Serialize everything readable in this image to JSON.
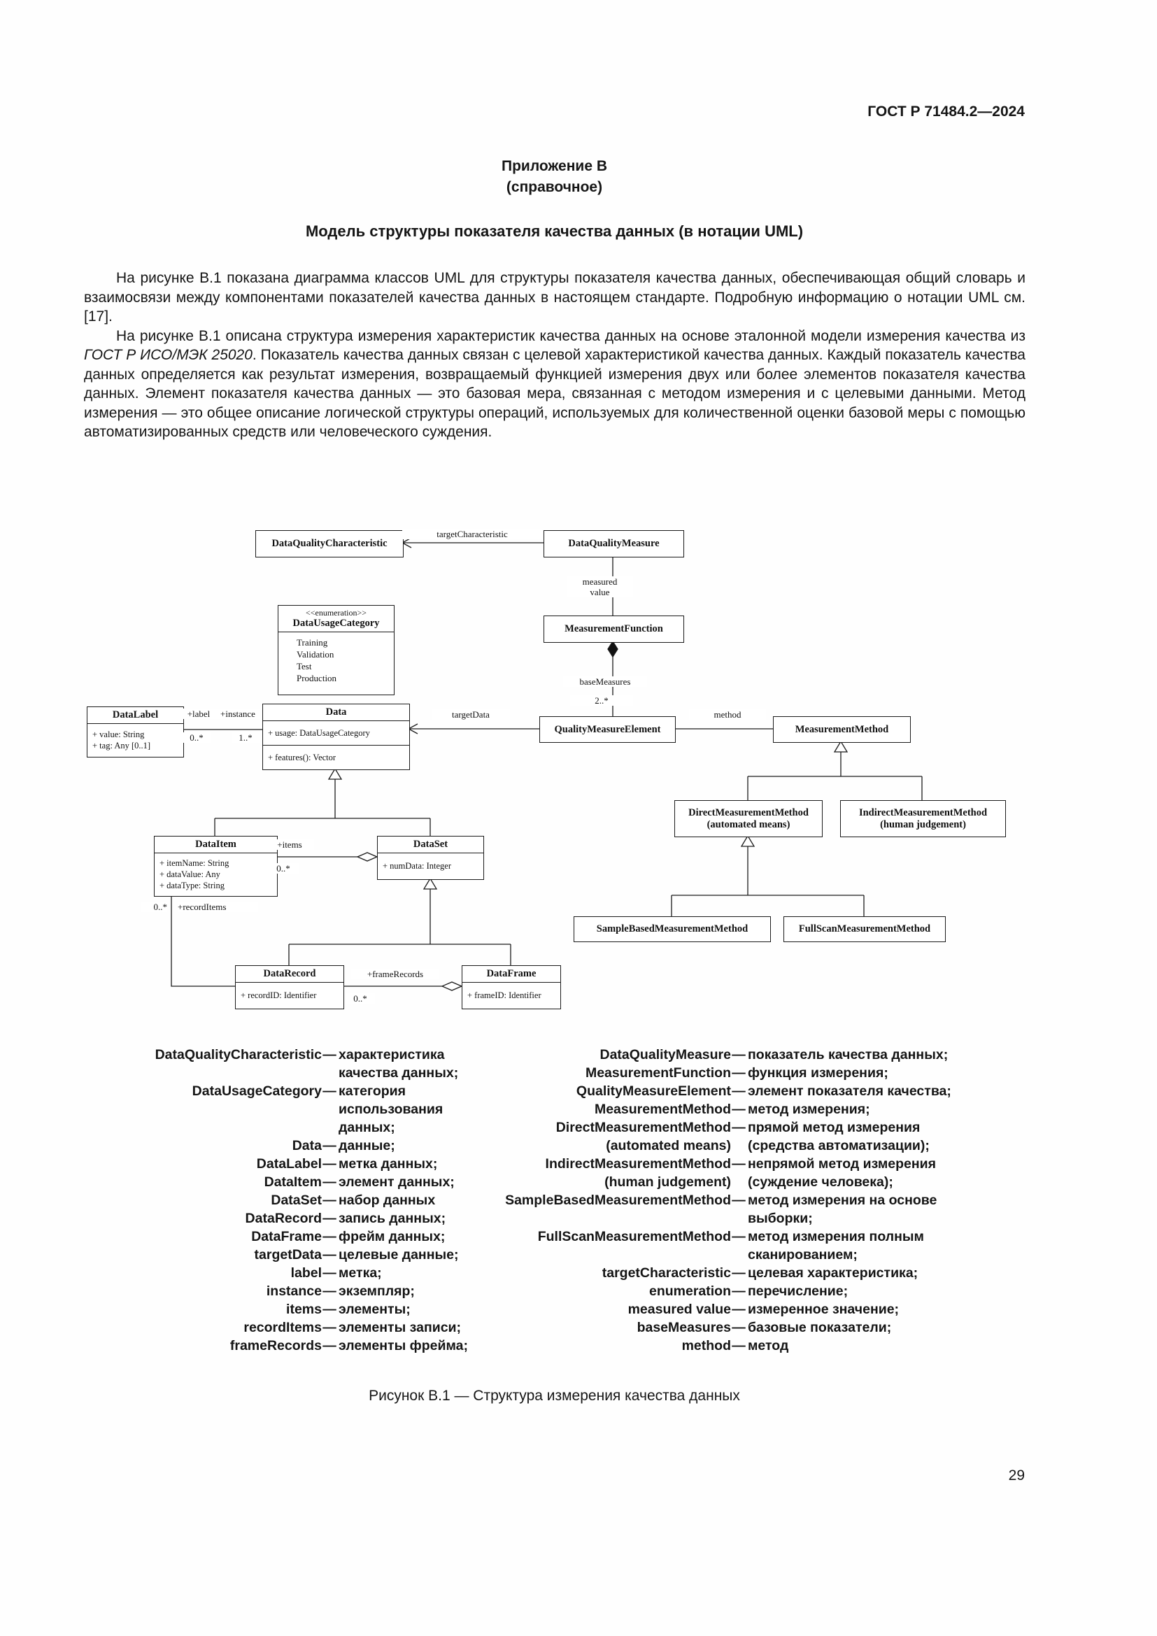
{
  "page": {
    "header": "ГОСТ Р 71484.2—2024",
    "number": "29"
  },
  "annex": {
    "label": "Приложение В",
    "kind": "(справочное)",
    "heading": "Модель структуры показателя качества данных (в нотации UML)"
  },
  "body": {
    "p1": "На рисунке В.1 показана диаграмма классов UML для структуры показателя качества данных, обеспечивающая общий словарь и взаимосвязи между компонентами показателей качества данных в настоящем стандарте. Подробную информацию о нотации UML см. [17].",
    "p2_start": "На рисунке В.1 описана структура измерения характеристик качества данных на основе эталонной модели измерения качества из ",
    "p2_ref": "ГОСТ Р ИСО/МЭК 25020",
    "p2_end": ". Показатель качества данных связан с целевой характеристикой качества данных. Каждый показатель качества данных определяется как результат измерения, возвращаемый функцией измерения двух или более элементов показателя качества данных. Элемент показателя качества данных — это базовая мера, связанная с методом измерения и с целевыми данными. Метод измерения — это общее описание логической структуры операций, используемых для количественной оценки базовой меры с помощью автоматизированных средств или человеческого суждения."
  },
  "diagram": {
    "classes": {
      "dqc": {
        "name": "DataQualityCharacteristic"
      },
      "dqm": {
        "name": "DataQualityMeasure"
      },
      "mf": {
        "name": "MeasurementFunction"
      },
      "duc": {
        "stereotype": "<<enumeration>>",
        "name": "DataUsageCategory",
        "values": [
          "Training",
          "Validation",
          "Test",
          "Production"
        ]
      },
      "dl": {
        "name": "DataLabel",
        "attrs": [
          "+ value: String",
          "+ tag: Any [0..1]"
        ]
      },
      "data": {
        "name": "Data",
        "attr": "+ usage: DataUsageCategory",
        "op": "+ features(): Vector"
      },
      "qme": {
        "name": "QualityMeasureElement"
      },
      "mm": {
        "name": "MeasurementMethod"
      },
      "dmm": {
        "name": "DirectMeasurementMethod",
        "sub": "(automated means)"
      },
      "imm": {
        "name": "IndirectMeasurementMethod",
        "sub": "(human judgement)"
      },
      "sbmm": {
        "name": "SampleBasedMeasurementMethod"
      },
      "fsmm": {
        "name": "FullScanMeasurementMethod"
      },
      "di": {
        "name": "DataItem",
        "attrs": [
          "+ itemName: String",
          "+ dataValue: Any",
          "+ dataType: String"
        ]
      },
      "ds": {
        "name": "DataSet",
        "attrs": [
          "+ numData: Integer"
        ]
      },
      "dr": {
        "name": "DataRecord",
        "attrs": [
          "+ recordID: Identifier"
        ]
      },
      "df": {
        "name": "DataFrame",
        "attrs": [
          "+ frameID: Identifier"
        ]
      }
    },
    "labels": {
      "targetCharacteristic": "targetCharacteristic",
      "measuredValue": "measured\nvalue",
      "baseMeasures": "baseMeasures",
      "multBase": "2..*",
      "targetData": "targetData",
      "method": "method",
      "labelRole": "+label",
      "instanceRole": "+instance",
      "multLabel": "0..*",
      "multInstance": "1..*",
      "items": "+items",
      "multItems": "0..*",
      "recordItems": "+recordItems",
      "multRecordItems": "0..*",
      "frameRecords": "+frameRecords",
      "multFrameRecords": "0..*"
    }
  },
  "legend": {
    "dash": "—",
    "left": [
      {
        "t": "DataQualityCharacteristic",
        "d": "характеристика\nкачества данных;"
      },
      {
        "t": "DataUsageCategory",
        "d": "категория\nиспользования\nданных;"
      },
      {
        "t": "Data",
        "d": "данные;"
      },
      {
        "t": "DataLabel",
        "d": "метка данных;"
      },
      {
        "t": "DataItem",
        "d": "элемент данных;"
      },
      {
        "t": "DataSet",
        "d": "набор данных"
      },
      {
        "t": "DataRecord",
        "d": "запись данных;"
      },
      {
        "t": "DataFrame",
        "d": "фрейм данных;"
      },
      {
        "t": "targetData",
        "d": "целевые данные;"
      },
      {
        "t": "label",
        "d": "метка;"
      },
      {
        "t": "instance",
        "d": "экземпляр;"
      },
      {
        "t": "items",
        "d": "элементы;"
      },
      {
        "t": "recordItems",
        "d": "элементы записи;"
      },
      {
        "t": "frameRecords",
        "d": "элементы фрейма;"
      }
    ],
    "right": [
      {
        "t": "DataQualityMeasure",
        "d": "показатель качества данных;"
      },
      {
        "t": "MeasurementFunction",
        "d": "функция измерения;"
      },
      {
        "t": "QualityMeasureElement",
        "d": "элемент показателя качества;"
      },
      {
        "t": "MeasurementMethod",
        "d": "метод измерения;"
      },
      {
        "t": "DirectMeasurementMethod\n(automated means)",
        "d": "прямой метод измерения\n(средства автоматизации);"
      },
      {
        "t": "IndirectMeasurementMethod\n(human judgement)",
        "d": "непрямой метод измерения\n(суждение человека);"
      },
      {
        "t": "SampleBasedMeasurementMethod",
        "d": "метод измерения на основе\nвыборки;"
      },
      {
        "t": "FullScanMeasurementMethod",
        "d": "метод измерения полным\nсканированием;"
      },
      {
        "t": "targetCharacteristic",
        "d": "целевая характеристика;"
      },
      {
        "t": "enumeration",
        "d": "перечисление;"
      },
      {
        "t": "measured value",
        "d": "измеренное значение;"
      },
      {
        "t": "baseMeasures",
        "d": "базовые показатели;"
      },
      {
        "t": "method",
        "d": "метод"
      }
    ]
  },
  "caption": "Рисунок В.1 — Структура измерения качества данных"
}
